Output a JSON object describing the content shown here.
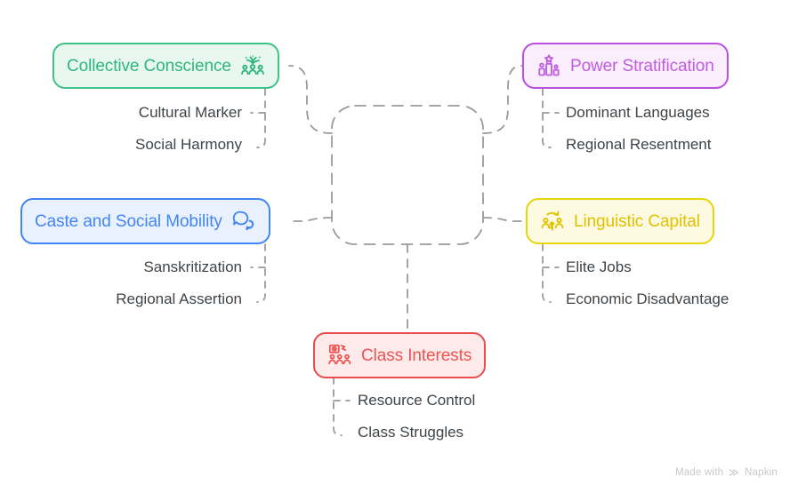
{
  "diagram": {
    "type": "mind-map",
    "title": "",
    "hub": {
      "label": "",
      "name": "central-hub"
    },
    "nodes": [
      {
        "id": "collective-conscience",
        "label": "Collective Conscience",
        "icon": "people-celebration-icon",
        "color": "#2fb67c",
        "text_color": "#2fb67c",
        "fill": "#e8f8f0",
        "border": "#3ec288",
        "icon_side": "right",
        "position": "top-left",
        "subitems": [
          "Cultural Marker",
          "Social Harmony"
        ]
      },
      {
        "id": "power-stratification",
        "label": "Power Stratification",
        "icon": "podium-star-icon",
        "color": "#b martial",
        "text_color": "#c05ce0",
        "fill": "#faeefd",
        "border": "#bb4fe0",
        "icon_side": "left",
        "position": "top-right",
        "subitems": [
          "Dominant Languages",
          "Regional Resentment"
        ]
      },
      {
        "id": "caste-and-social-mobility",
        "label": "Caste and Social Mobility",
        "icon": "speech-bubbles-icon",
        "text_color": "#4285f4",
        "fill": "#eaf1fe",
        "border": "#4285f4",
        "icon_side": "right",
        "position": "middle-left",
        "subitems": [
          "Sanskritization",
          "Regional Assertion"
        ]
      },
      {
        "id": "linguistic-capital",
        "label": "Linguistic Capital",
        "icon": "people-exchange-money-icon",
        "text_color": "#e0c200",
        "fill": "#fdfae1",
        "border": "#e8d50a",
        "icon_side": "left",
        "position": "middle-right",
        "subitems": [
          "Elite Jobs",
          "Economic Disadvantage"
        ]
      },
      {
        "id": "class-interests",
        "label": "Class Interests",
        "icon": "protest-signs-icon",
        "text_color": "#ef5350",
        "fill": "#fdebeb",
        "border": "#e84c4c",
        "icon_side": "left",
        "position": "bottom-center",
        "subitems": [
          "Resource Control",
          "Class Struggles"
        ]
      }
    ],
    "connector_color": "#9a9a9a",
    "connector_style": "dashed"
  },
  "watermark": {
    "prefix": "Made with",
    "mark": "≫",
    "brand": "Napkin"
  }
}
